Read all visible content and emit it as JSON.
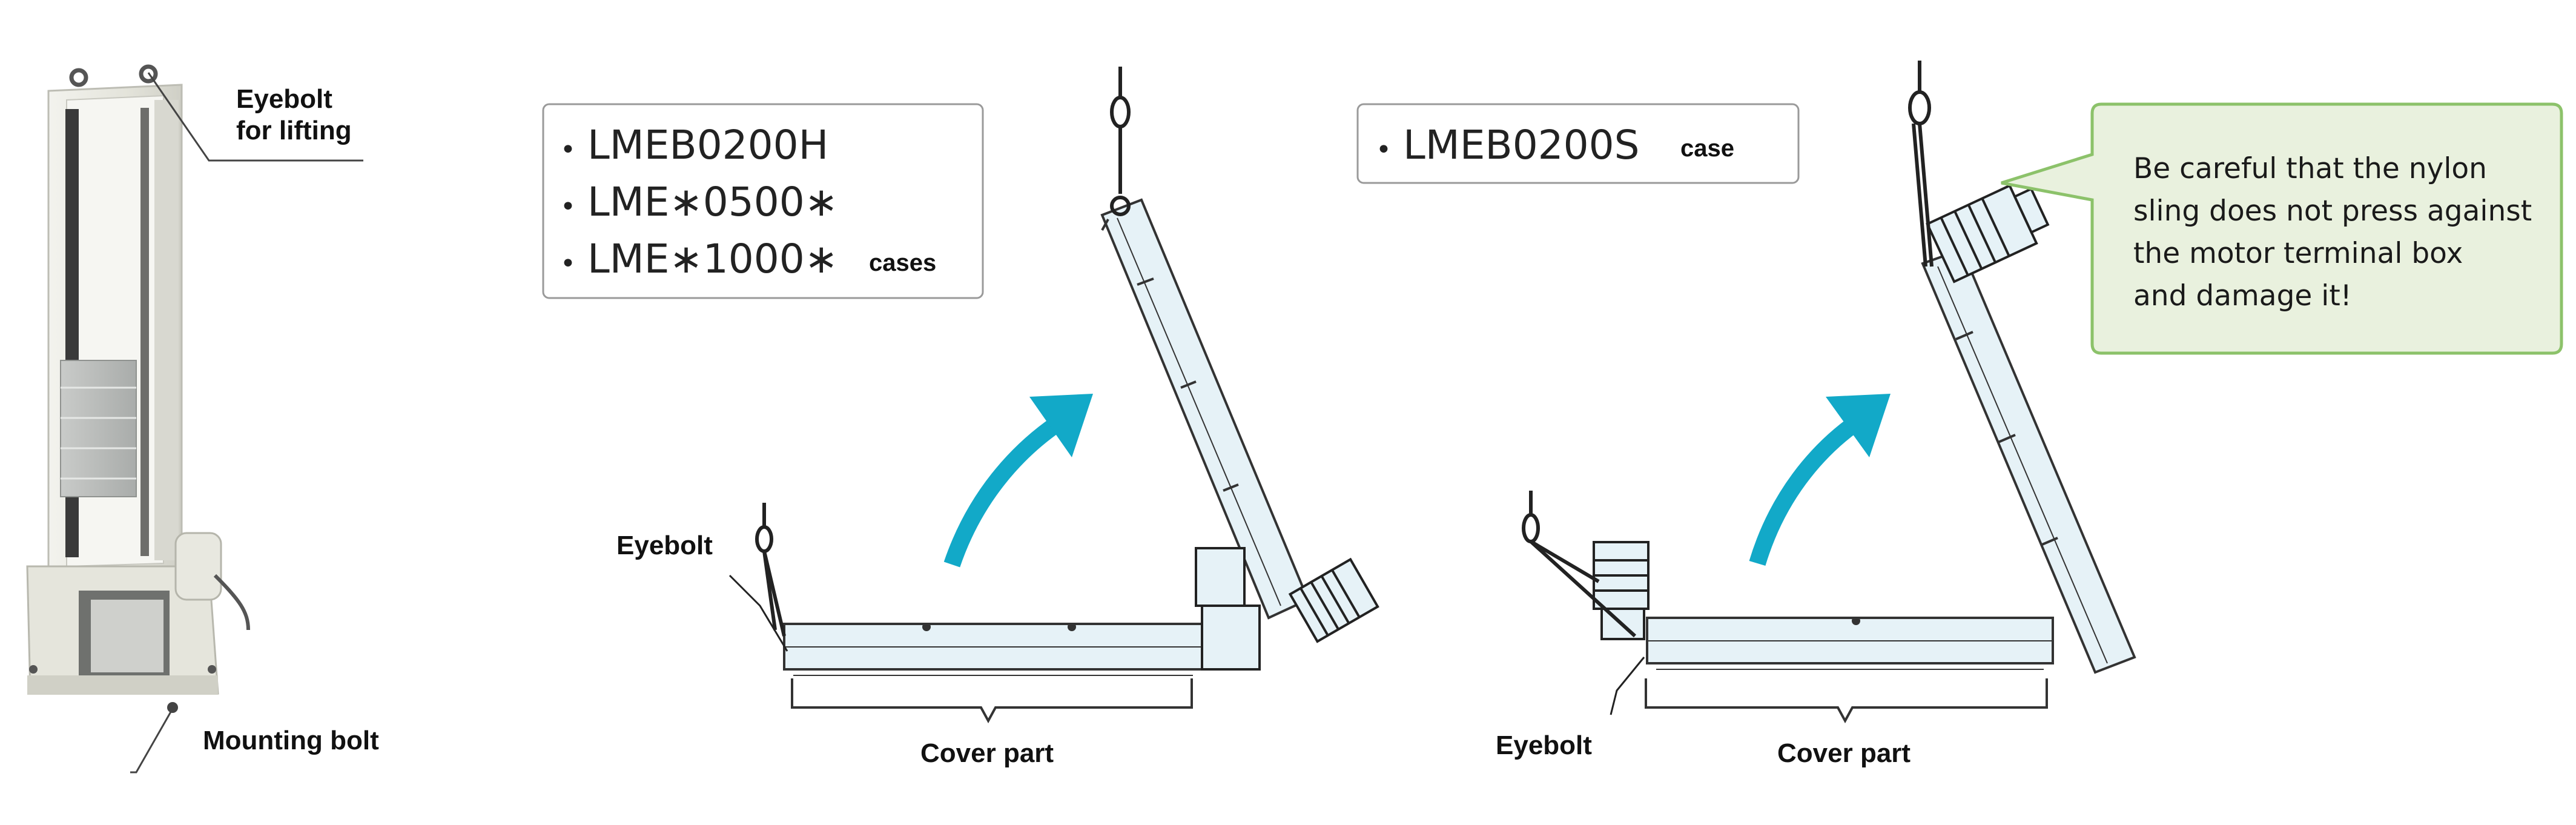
{
  "left_figure": {
    "eyebolt_label_line1": "Eyebolt",
    "eyebolt_label_line2": "for lifting",
    "mounting_bolt_label": "Mounting bolt"
  },
  "middle_figure": {
    "models": [
      "LMEB0200H",
      "LME∗0500∗",
      "LME∗1000∗"
    ],
    "cases_suffix": "cases",
    "eyebolt_label": "Eyebolt",
    "cover_label": "Cover part"
  },
  "right_figure": {
    "model": "LMEB0200S",
    "case_suffix": "case",
    "eyebolt_label": "Eyebolt",
    "cover_label": "Cover part",
    "warning_lines": [
      "Be careful that the nylon",
      "sling does not press against",
      "the motor terminal box",
      "and damage it!"
    ]
  },
  "colors": {
    "arrow": "#12a9c8",
    "conveyor_fill": "#e6f2f7",
    "callout_fill": "#e9f1de",
    "callout_border": "#8cc26a",
    "machine_body": "#e6e6de"
  }
}
